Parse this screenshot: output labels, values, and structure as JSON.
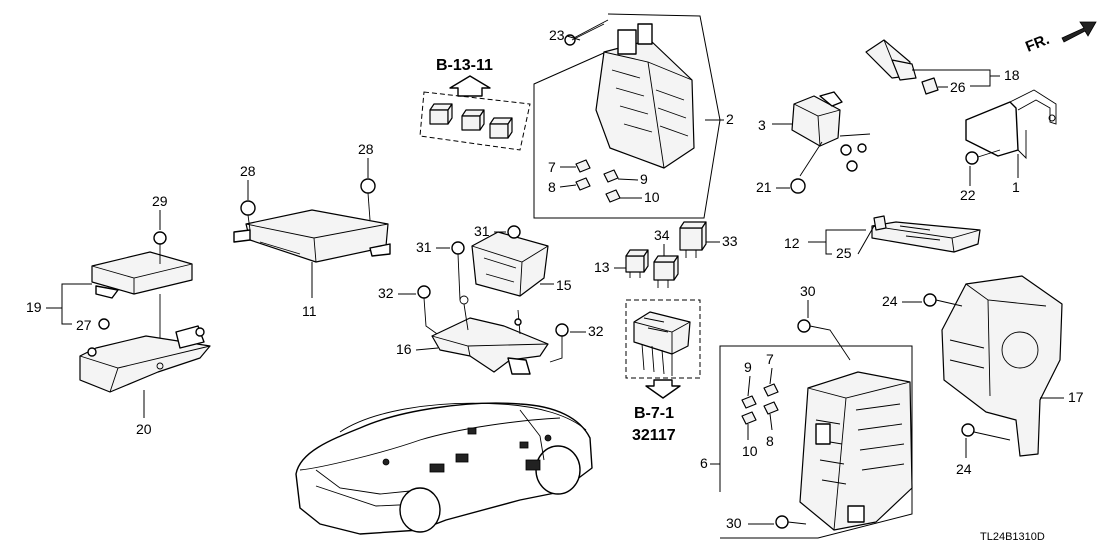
{
  "callouts": {
    "c1": "1",
    "c2": "2",
    "c3": "3",
    "c6": "6",
    "c7a": "7",
    "c7b": "7",
    "c8a": "8",
    "c8b": "8",
    "c9a": "9",
    "c9b": "9",
    "c10a": "10",
    "c10b": "10",
    "c11": "11",
    "c12": "12",
    "c13": "13",
    "c15": "15",
    "c16": "16",
    "c17": "17",
    "c18": "18",
    "c19": "19",
    "c20": "20",
    "c21": "21",
    "c22": "22",
    "c23": "23",
    "c24a": "24",
    "c24b": "24",
    "c25": "25",
    "c26": "26",
    "c27": "27",
    "c28a": "28",
    "c28b": "28",
    "c29": "29",
    "c30a": "30",
    "c30b": "30",
    "c31a": "31",
    "c31b": "31",
    "c32a": "32",
    "c32b": "32",
    "c33": "33",
    "c34": "34"
  },
  "references": {
    "top": "B-13-11",
    "bottom": "B-7-1",
    "bottom_part": "32117"
  },
  "direction_label": "FR.",
  "diagram_code": "TL24B1310D"
}
